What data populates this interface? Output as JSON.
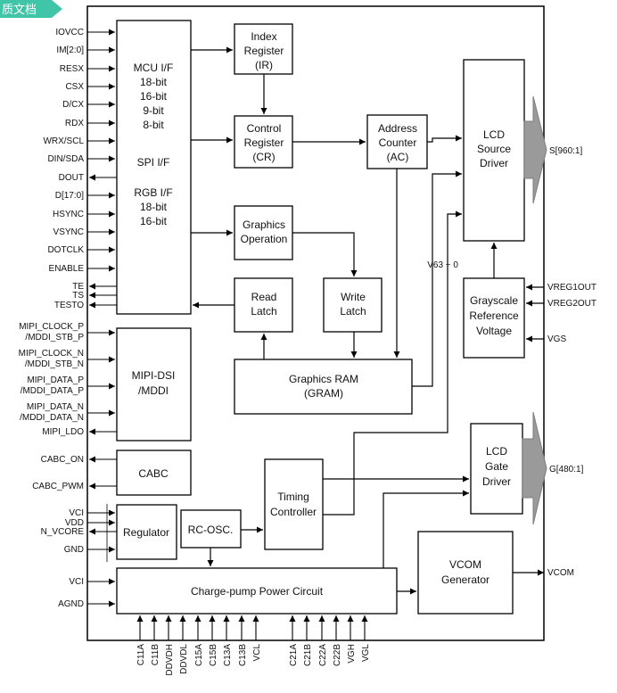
{
  "tab": {
    "text": "质文档"
  },
  "left_signals": [
    "IOVCC",
    "IM[2:0]",
    "RESX",
    "CSX",
    "D/CX",
    "RDX",
    "WRX/SCL",
    "DIN/SDA",
    "DOUT",
    "D[17:0]",
    "HSYNC",
    "VSYNC",
    "DOTCLK",
    "ENABLE",
    "TE",
    "TS",
    "TESTO",
    "MIPI_CLOCK_P",
    "/MDDI_STB_P",
    "MIPI_CLOCK_N",
    "/MDDI_STB_N",
    "MIPI_DATA_P",
    "/MDDI_DATA_P",
    "MIPI_DATA_N",
    "/MDDI_DATA_N",
    "MIPI_LDO",
    "CABC_ON",
    "CABC_PWM",
    "VCI",
    "VDD",
    "N_VCORE",
    "GND",
    "VCI",
    "AGND"
  ],
  "blocks": {
    "mcu": {
      "lines": [
        "MCU I/F",
        "18-bit",
        "16-bit",
        "9-bit",
        "8-bit",
        "",
        "SPI I/F",
        "",
        "RGB I/F",
        "18-bit",
        "16-bit"
      ]
    },
    "index_register": {
      "lines": [
        "Index",
        "Register",
        "(IR)"
      ]
    },
    "control_register": {
      "lines": [
        "Control",
        "Register",
        "(CR)"
      ]
    },
    "address_counter": {
      "lines": [
        "Address",
        "Counter",
        "(AC)"
      ]
    },
    "lcd_source_driver": {
      "lines": [
        "LCD",
        "Source",
        "Driver"
      ]
    },
    "graphics_operation": {
      "lines": [
        "Graphics",
        "Operation"
      ]
    },
    "read_latch": {
      "lines": [
        "Read",
        "Latch"
      ]
    },
    "write_latch": {
      "lines": [
        "Write",
        "Latch"
      ]
    },
    "graphics_ram": {
      "lines": [
        "Graphics RAM",
        "(GRAM)"
      ]
    },
    "grayscale_reference": {
      "lines": [
        "Grayscale",
        "Reference",
        "Voltage"
      ]
    },
    "mipi_dsi": {
      "lines": [
        "MIPI-DSI",
        "/MDDI"
      ]
    },
    "cabc": {
      "lines": [
        "CABC"
      ]
    },
    "lcd_gate_driver": {
      "lines": [
        "LCD",
        "Gate",
        "Driver"
      ]
    },
    "timing_controller": {
      "lines": [
        "Timing",
        "Controller"
      ]
    },
    "regulator": {
      "lines": [
        "Regulator"
      ]
    },
    "rc_osc": {
      "lines": [
        "RC-OSC."
      ]
    },
    "charge_pump": {
      "lines": [
        "Charge-pump Power Circuit"
      ]
    },
    "vcom_generator": {
      "lines": [
        "VCOM",
        "Generator"
      ]
    }
  },
  "right_labels": {
    "source_output": "S[960:1]",
    "gate_output": "G[480:1]",
    "v63": "V63 ~ 0",
    "vreg1": "VREG1OUT",
    "vreg2": "VREG2OUT",
    "vgs": "VGS",
    "vcom": "VCOM"
  },
  "bottom_pins": [
    "C11A",
    "C11B",
    "DDVDH",
    "DDVDL",
    "C15A",
    "C15B",
    "C13A",
    "C13B",
    "VCL",
    "C21A",
    "C21B",
    "C22A",
    "C22B",
    "VGH",
    "VGL"
  ],
  "colors": {
    "tab": "#41c5a8",
    "output_arrow": "#9a9a9a",
    "line": "#000000"
  }
}
